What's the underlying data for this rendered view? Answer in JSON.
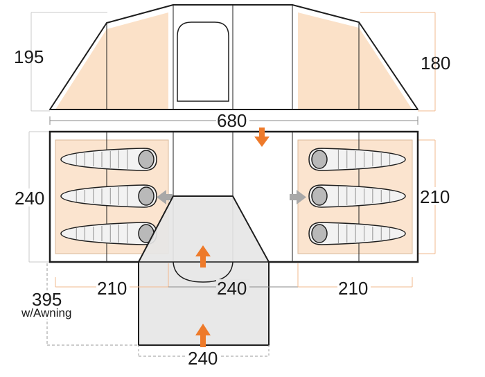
{
  "diagram": {
    "side_view": {
      "left_height_label": "195",
      "right_height_label": "180"
    },
    "plan_view": {
      "total_length_label": "680",
      "left_depth_label": "240",
      "right_depth_label": "210",
      "left_bedroom_width_label": "210",
      "right_bedroom_width_label": "210",
      "living_width_label": "240"
    },
    "awning": {
      "overall_depth_label": "395",
      "overall_depth_note": "w/Awning",
      "width_label": "240"
    },
    "sleeping_bags": {
      "left_count": 3,
      "right_count": 3
    },
    "colors": {
      "bedroom_fill": "#fbe4cf",
      "side_panel_fill": "#fbe1c8",
      "outline": "#1e1e1e",
      "dimension_line": "#f2b98c",
      "awning_fill": "#e6e6e6",
      "arrow_orange": "#ee7a2a",
      "arrow_grey": "#a8a8a8",
      "bag_fill": "#f2f2f2",
      "bag_head": "#b9b9b9"
    }
  }
}
